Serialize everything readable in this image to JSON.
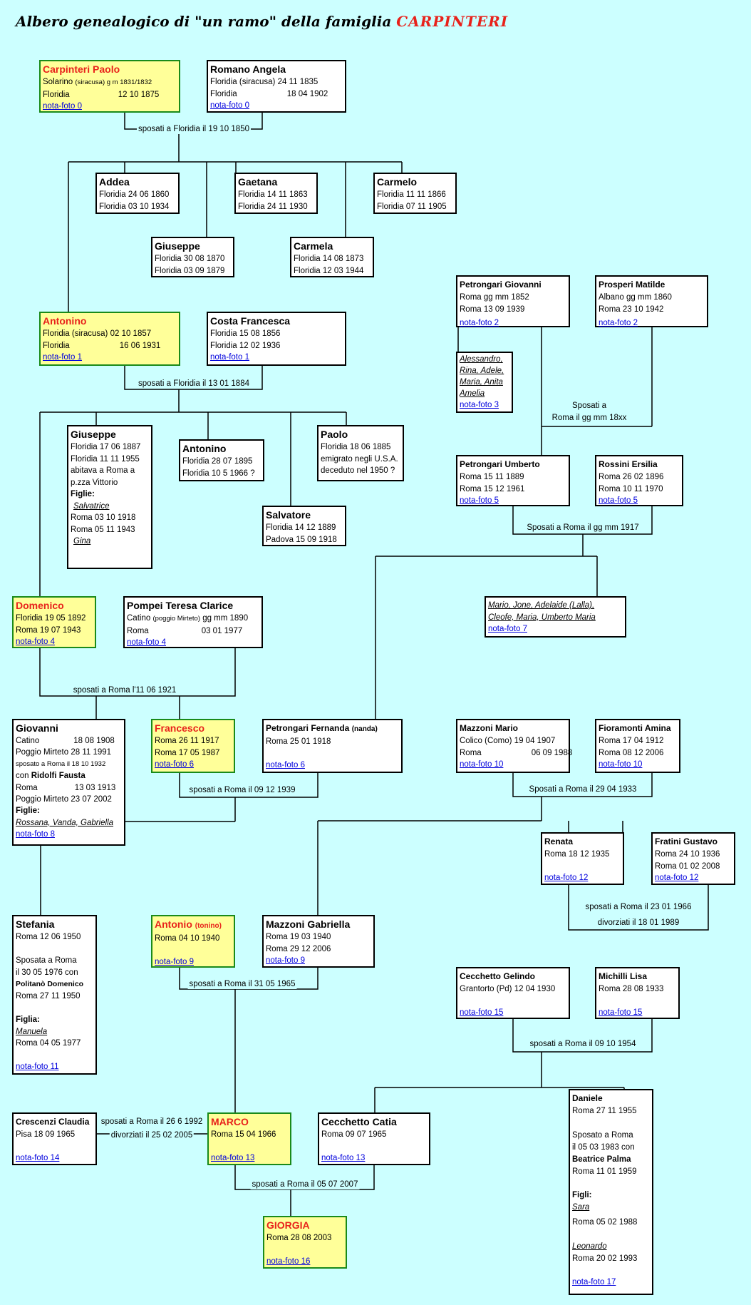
{
  "title": {
    "prefix": "Albero genealogico di \"un ramo\" della famiglia",
    "family": "CARPINTERI"
  },
  "people": {
    "paolo_c": {
      "name": "Carpinteri Paolo",
      "l1": "Solarino",
      "l1s": "(siracusa) g m 1831/1832",
      "l2": "Floridia",
      "l2d": "12 10 1875",
      "note": "nota-foto 0"
    },
    "angela_r": {
      "name": "Romano Angela",
      "l1": "Floridia (siracusa) 24 11 1835",
      "l2": "Floridia",
      "l2d": "18 04 1902",
      "note": "nota-foto 0"
    },
    "addea": {
      "name": "Addea",
      "l1": "Floridia 24 06 1860",
      "l2": "Floridia 03 10 1934"
    },
    "gaetana": {
      "name": "Gaetana",
      "l1": "Floridia 14 11 1863",
      "l2": "Floridia 24 11 1930"
    },
    "carmelo": {
      "name": "Carmelo",
      "l1": "Floridia 11 11 1866",
      "l2": "Floridia 07 11 1905"
    },
    "giuseppe1": {
      "name": "Giuseppe",
      "l1": "Floridia 30 08 1870",
      "l2": "Floridia 03 09 1879"
    },
    "carmela": {
      "name": "Carmela",
      "l1": "Floridia 14 08 1873",
      "l2": "Floridia 12 03 1944"
    },
    "antonino1": {
      "name": "Antonino",
      "l1": "Floridia (siracusa) 02 10 1857",
      "l2": "Floridia",
      "l2d": "16 06 1931",
      "note": "nota-foto 1"
    },
    "costa": {
      "name": "Costa Francesca",
      "l1": "Floridia 15 08 1856",
      "l2": "Floridia 12 02 1936",
      "note": "nota-foto 1"
    },
    "petr_giov": {
      "name": "Petrongari Giovanni",
      "l1": "Roma gg mm 1852",
      "l2": "Roma 13  09  1939",
      "note": "nota-foto 2"
    },
    "prosperi": {
      "name": "Prosperi Matilde",
      "l1": "Albano gg mm 1860",
      "l2": "Roma    23  10  1942",
      "note": "nota-foto 2"
    },
    "alessandro": {
      "l1": "Alessandro,",
      "l2": "Rina, Adele,",
      "l3": "Maria, Anita",
      "l4": "Amelia",
      "note": "nota-foto 3"
    },
    "giuseppe2": {
      "name": "Giuseppe",
      "l1": "Floridia 17 06 1887",
      "l2": "Floridia 11 11 1955",
      "l3": "abitava a Roma a",
      "l4": "p.zza Vittorio",
      "l5": "Figlie:",
      "l6": "Salvatrice",
      "l7": "Roma 03 10 1918",
      "l8": "Roma 05 11 1943",
      "l9": "Gina"
    },
    "antonino2": {
      "name": "Antonino",
      "l1": "Floridia 28 07 1895",
      "l2": "Floridia 10 5 1966 ?"
    },
    "paolo2": {
      "name": "Paolo",
      "l1": "Floridia 18 06 1885",
      "l2": "emigrato negli U.S.A.",
      "l3": "deceduto nel 1950 ?"
    },
    "salvatore": {
      "name": "Salvatore",
      "l1": "Floridia 14 12 1889",
      "l2": "Padova 15 09 1918"
    },
    "petr_umb": {
      "name": "Petrongari Umberto",
      "l1": "Roma 15 11 1889",
      "l2": "Roma 15 12 1961",
      "note": "nota-foto 5"
    },
    "rossini": {
      "name": "Rossini Ersilia",
      "l1": "Roma 26 02 1896",
      "l2": "Roma 10 11 1970",
      "note": "nota-foto 5"
    },
    "mario_list": {
      "l1": "Mario, Jone, Adelaide (Lalla),",
      "l2": "Cleofe, Maria, Umberto Maria",
      "note": "nota-foto 7"
    },
    "domenico": {
      "name": "Domenico",
      "l1": "Floridia 19 05 1892",
      "l2": "Roma   19 07 1943",
      "note": "nota-foto 4"
    },
    "pompei": {
      "name": "Pompei Teresa Clarice",
      "l1": "Catino",
      "l1s": "(poggio Mirteto)",
      "l1d": "gg mm 1890",
      "l2": "Roma",
      "l2d": "03  01 1977",
      "note": "nota-foto 4"
    },
    "giovanni": {
      "name": "Giovanni",
      "l1": "Catino",
      "l1d": "18 08 1908",
      "l2": "Poggio Mirteto 28 11 1991",
      "l3": "sposato a Roma il 18 10 1932",
      "l4a": "con",
      "l4b": "Ridolfi  Fausta",
      "l5": "Roma",
      "l5d": "13 03 1913",
      "l6": "Poggio Mirteto 23 07 2002",
      "l7": "Figlie:",
      "l8": "Rossana, Vanda, Gabriella",
      "note": "nota-foto 8"
    },
    "francesco": {
      "name": "Francesco",
      "l1": "Roma 26 11  1917",
      "l2": "Roma 17  05 1987",
      "note": "nota-foto 6"
    },
    "fernanda": {
      "name": "Petrongari Fernanda",
      "nsub": "(nanda)",
      "l1": "Roma    25 01 1918",
      "note": "nota-foto 6"
    },
    "mazzoni_m": {
      "name": "Mazzoni Mario",
      "l1": "Colico (Como) 19 04 1907",
      "l2": "Roma",
      "l2d": "06 09 1988",
      "note": "nota-foto 10"
    },
    "fioramonti": {
      "name": "Fioramonti Amina",
      "l1": "Roma 17 04 1912",
      "l2": "Roma 08 12 2006",
      "note": "nota-foto 10"
    },
    "renata": {
      "name": "Renata",
      "l1": "Roma 18 12 1935",
      "note": "nota-foto 12"
    },
    "fratini": {
      "name": "Fratini Gustavo",
      "l1": "Roma 24 10 1936",
      "l2": "Roma 01 02 2008",
      "note": "nota-foto 12"
    },
    "stefania": {
      "name": "Stefania",
      "l1": "Roma 12 06 1950",
      "l3": "Sposata a Roma",
      "l4": "il 30 05 1976 con",
      "l5": "Politanò Domenico",
      "l6": "Roma 27 11 1950",
      "l8": "Figlia:",
      "l9": "Manuela",
      "l10": "Roma 04 05 1977",
      "note": "nota-foto 11"
    },
    "antonio": {
      "name": "Antonio",
      "nsub": "(tonino)",
      "l1": "Roma 04 10 1940",
      "note": "nota-foto 9"
    },
    "mazzoni_g": {
      "name": "Mazzoni Gabriella",
      "l1": "Roma 19  03 1940",
      "l2": "Roma 29 12  2006",
      "note": "nota-foto 9"
    },
    "cecchetto_g": {
      "name": "Cecchetto Gelindo",
      "l1": "Grantorto (Pd) 12 04 1930",
      "note": "nota-foto 15"
    },
    "michilli": {
      "name": "Michilli Lisa",
      "l1": "Roma 28 08 1933",
      "note": "nota-foto 15"
    },
    "crescenzi": {
      "name": "Crescenzi Claudia",
      "l1": "Pisa 18 09 1965",
      "note": "nota-foto 14"
    },
    "marco": {
      "name": "MARCO",
      "l1": "Roma 15 04 1966",
      "note": "nota-foto 13"
    },
    "catia": {
      "name": "Cecchetto Catia",
      "l1": "Roma  09  07 1965",
      "note": "nota-foto 13"
    },
    "daniele": {
      "name": "Daniele",
      "l1": "Roma 27 11 1955",
      "l3": "Sposato a Roma",
      "l4": "il 05 03  1983  con",
      "l5": "Beatrice Palma",
      "l6": "Roma 11 01 1959",
      "l8": "Figli:",
      "l9": "Sara",
      "l10": "Roma 05 02 1988",
      "l12": "Leonardo",
      "l13": "Roma 20 02 1993",
      "note": "nota-foto 17"
    },
    "giorgia": {
      "name": "GIORGIA",
      "l1": "Roma 28 08 2003",
      "note": "nota-foto 16"
    }
  },
  "links": {
    "m1": "sposati a Floridia il 19 10 1850",
    "m2": "sposati a Floridia il 13 01 1884",
    "m3a": "Sposati a",
    "m3b": "Roma il gg mm 18xx",
    "m4": "Sposati a Roma il gg mm 1917",
    "m5": "sposati a Roma l'11 06 1921",
    "m6": "sposati a Roma il 09 12 1939",
    "m7": "Sposati a Roma il 29 04 1933",
    "m8a": "sposati a Roma il 23 01 1966",
    "m8b": "divorziati il 18 01 1989",
    "m9": "sposati a Roma il 31 05 1965",
    "m10": "sposati a Roma il 09 10 1954",
    "m11a": "sposati a Roma il 26 6 1992",
    "m11b": "divorziati il 25 02 2005",
    "m12": "sposati a Roma il 05 07 2007"
  }
}
